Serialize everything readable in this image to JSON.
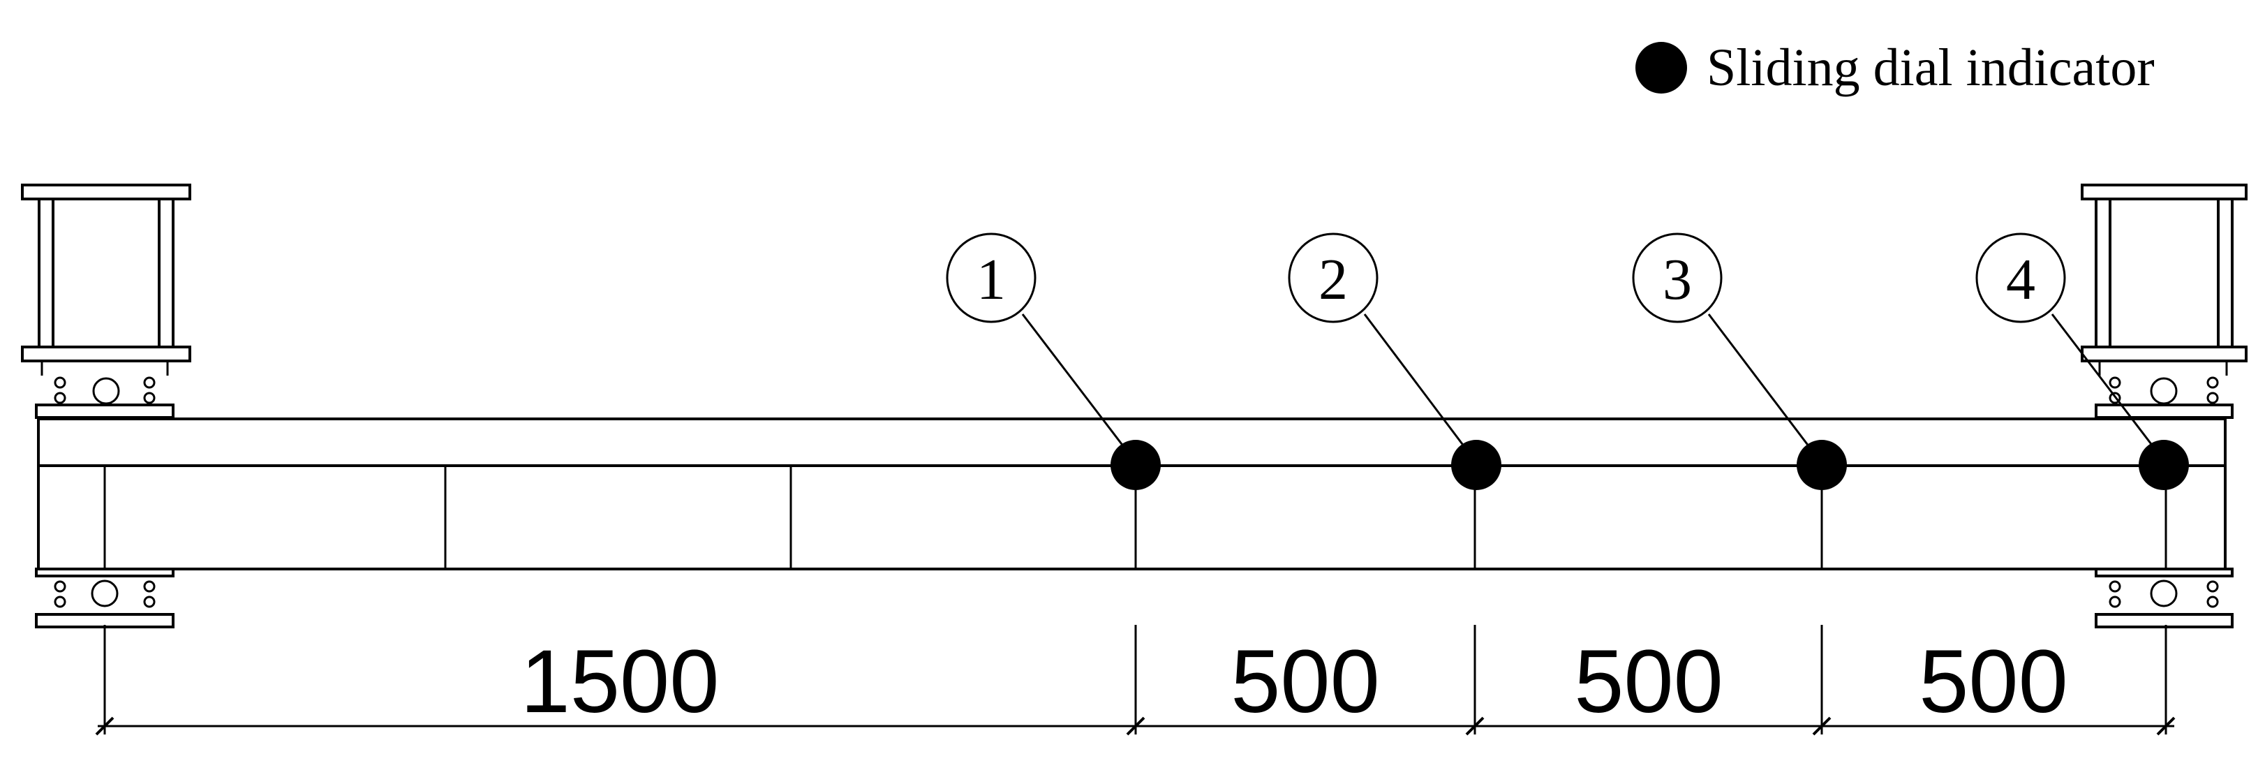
{
  "legend": {
    "label": "Sliding dial indicator"
  },
  "indicators": [
    {
      "label": "1"
    },
    {
      "label": "2"
    },
    {
      "label": "3"
    },
    {
      "label": "4"
    }
  ],
  "dimensions": {
    "d1": "1500",
    "d2": "500",
    "d3": "500",
    "d4": "500"
  },
  "colors": {
    "line": "#000000",
    "marker": "#000000",
    "background": "#ffffff"
  }
}
